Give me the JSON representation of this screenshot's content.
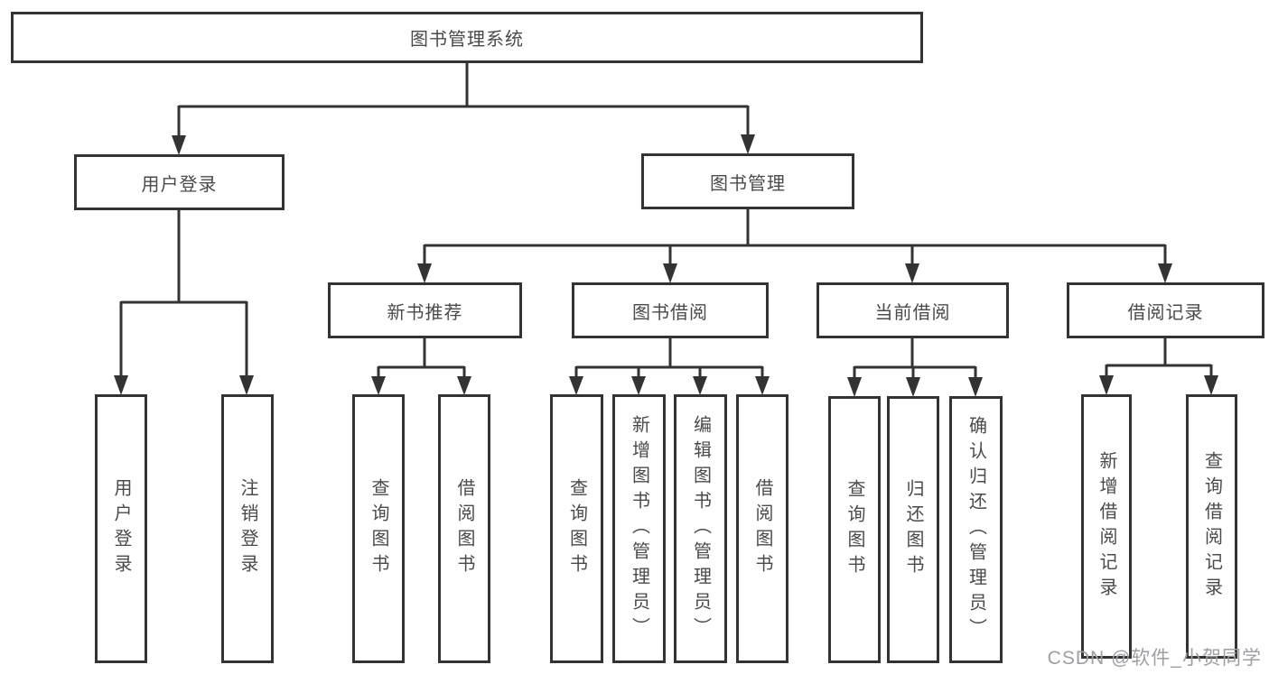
{
  "tree": {
    "label": "图书管理系统",
    "children": [
      {
        "label": "用户登录",
        "children": [
          {
            "label": "用户登录"
          },
          {
            "label": "注销登录"
          }
        ]
      },
      {
        "label": "图书管理",
        "children": [
          {
            "label": "新书推荐",
            "children": [
              {
                "label": "查询图书"
              },
              {
                "label": "借阅图书"
              }
            ]
          },
          {
            "label": "图书借阅",
            "children": [
              {
                "label": "查询图书"
              },
              {
                "label": "新增图书（管理员）"
              },
              {
                "label": "编辑图书（管理员）"
              },
              {
                "label": "借阅图书"
              }
            ]
          },
          {
            "label": "当前借阅",
            "children": [
              {
                "label": "查询图书"
              },
              {
                "label": "归还图书"
              },
              {
                "label": "确认归还（管理员）"
              }
            ]
          },
          {
            "label": "借阅记录",
            "children": [
              {
                "label": "新增借阅记录"
              },
              {
                "label": "查询借阅记录"
              }
            ]
          }
        ]
      }
    ]
  },
  "watermark": {
    "text": "CSDN @软件_小贺同学"
  },
  "colors": {
    "line": "#333333",
    "box_border": "#333333",
    "text": "#4a4a4a",
    "background": "#ffffff",
    "watermark": "#9e9ea3"
  }
}
